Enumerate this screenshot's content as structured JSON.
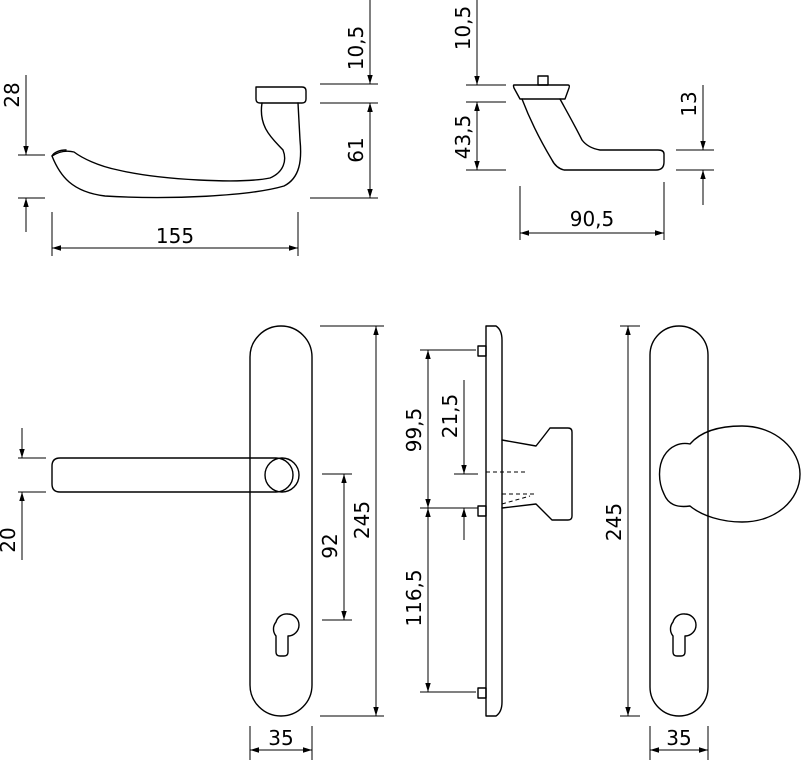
{
  "dimensions": {
    "lever_top_offset": "10,5",
    "lever_rose_height": "28",
    "lever_drop": "61",
    "lever_length": "155",
    "knob_top_offset": "10,5",
    "knob_drop": "43,5",
    "knob_grip": "13",
    "knob_length": "90,5",
    "plate_handle_height": "20",
    "plate_centres": "92",
    "plate_length_front": "245",
    "side_upper": "99,5",
    "side_small": "21,5",
    "side_lower": "116,5",
    "plate_length_back": "245",
    "plate_width_front": "35",
    "plate_width_back": "35"
  }
}
